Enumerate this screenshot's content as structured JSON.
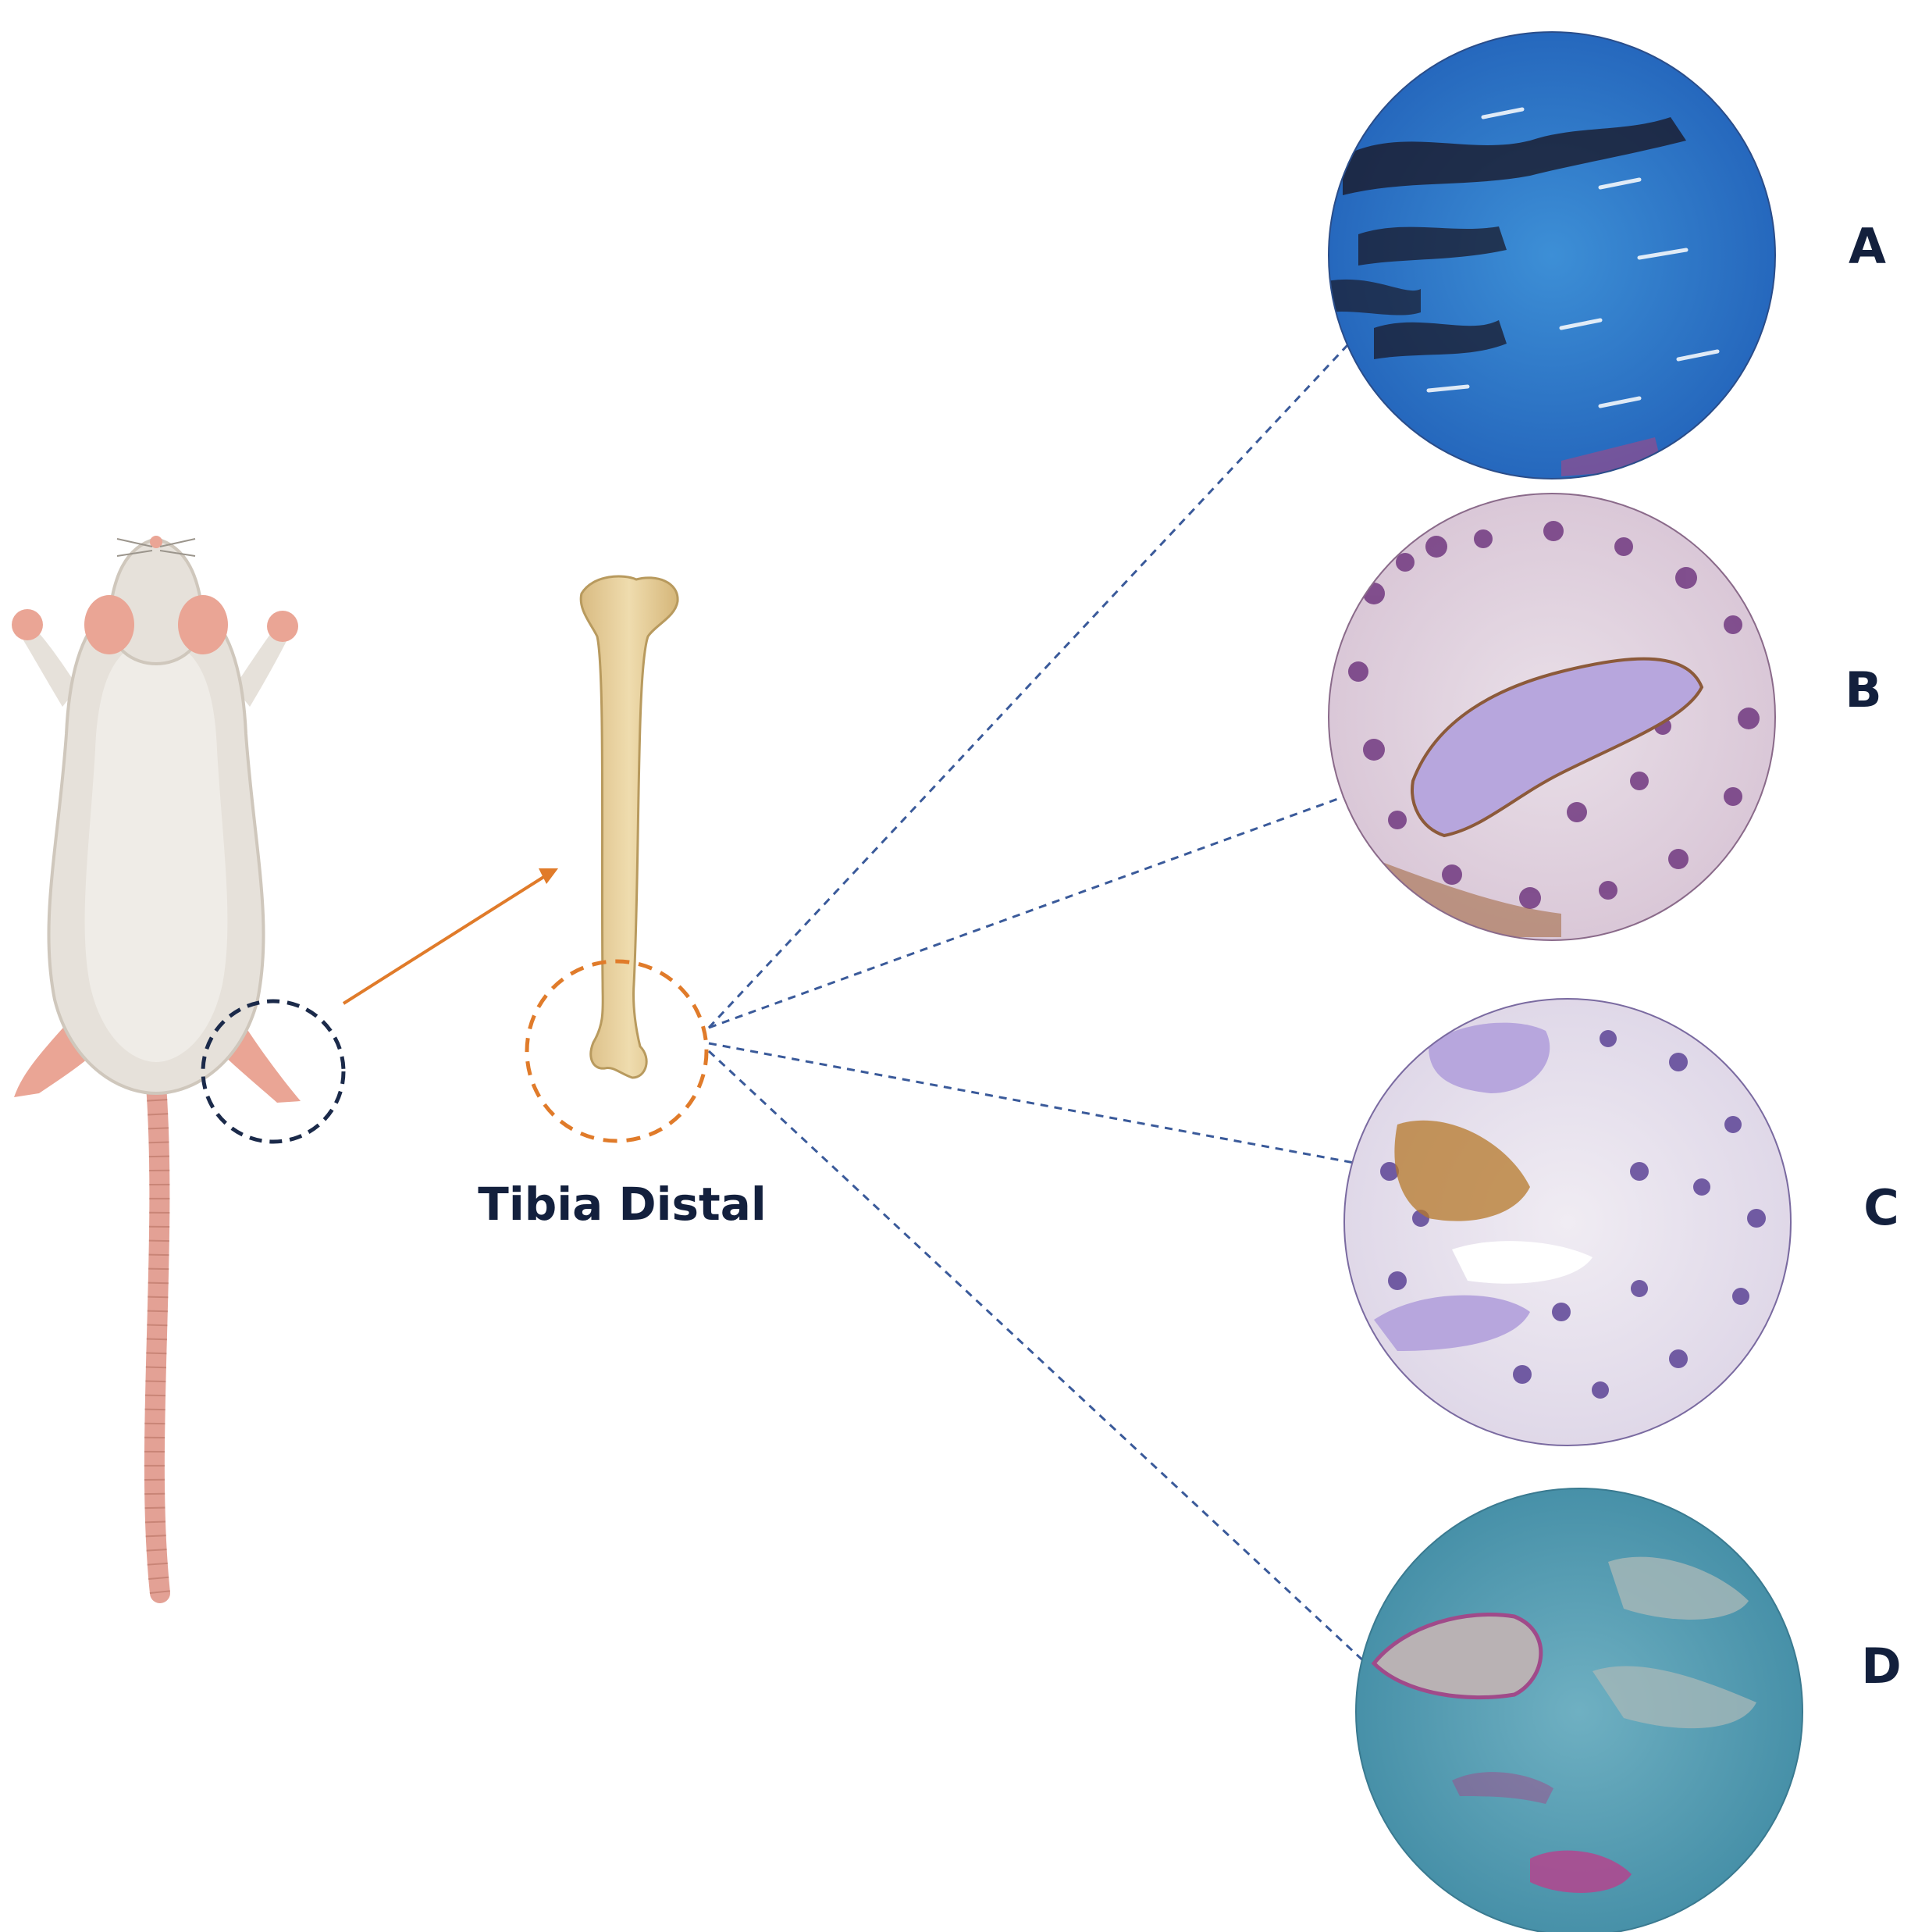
{
  "bone_label": "Tibia Distal",
  "panels": [
    {
      "label": "A",
      "stain": "masson-trichrome"
    },
    {
      "label": "B",
      "stain": "immunohistochemistry-brown"
    },
    {
      "label": "C",
      "stain": "immunohistochemistry-brown"
    },
    {
      "label": "D",
      "stain": "alcian-blue"
    }
  ],
  "colors": {
    "text": "#13203d",
    "arrow": "#e07b2a",
    "orange_circle": "#e07b2a",
    "navy_circle": "#1b2a4a",
    "guide_lines": "#3a5a9a",
    "rat_body": "#e6e1da",
    "rat_skin": "#eaa595",
    "bone": "#e9d2a2"
  }
}
